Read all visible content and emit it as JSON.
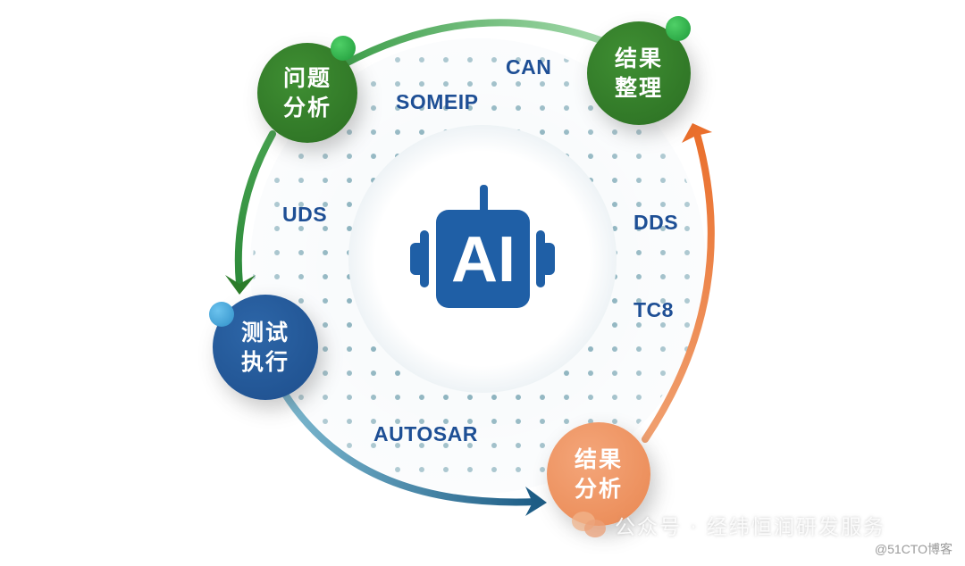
{
  "diagram": {
    "center_label": "AI",
    "center_icon": "robot-head-icon",
    "stages": [
      {
        "id": "problem-analysis",
        "label_line1": "问题",
        "label_line2": "分析",
        "color": "#2f7a26",
        "dot_color": "#2fae48"
      },
      {
        "id": "test-execution",
        "label_line1": "测试",
        "label_line2": "执行",
        "color": "#235b9c",
        "dot_color": "#3aa0d6"
      },
      {
        "id": "result-analysis",
        "label_line1": "结果",
        "label_line2": "分析",
        "color": "#ef9460",
        "dot_color": null
      },
      {
        "id": "result-organization",
        "label_line1": "结果",
        "label_line2": "整理",
        "color": "#2f7a26",
        "dot_color": "#2fae48"
      }
    ],
    "protocols": [
      "CAN",
      "SOMEIP",
      "UDS",
      "DDS",
      "TC8",
      "AUTOSAR"
    ],
    "colors": {
      "green_arc": "#3a9a47",
      "blue_arc": "#2a6f9b",
      "orange_arc": "#ee7a3a",
      "text_blue": "#1e4f95"
    }
  },
  "watermark": {
    "text": "公众号 · 经纬恒润研发服务",
    "credit": "@51CTO博客"
  }
}
